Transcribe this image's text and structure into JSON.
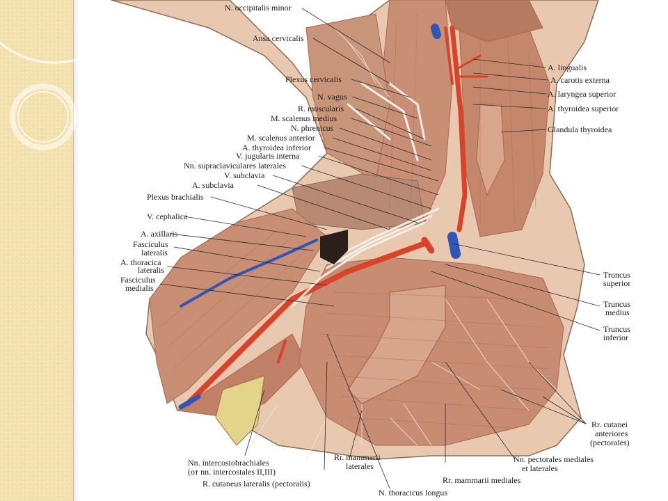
{
  "labels": {
    "n_occipitalis_minor": "N. occipitalis minor",
    "ansa_cervicalis": "Ansa cervicalis",
    "plexus_cervicalis": "Plexus cervicalis",
    "n_vagus": "N. vagus",
    "r_muscularis": "R. muscularis",
    "m_scalenus_medius": "M. scalenus medius",
    "n_phrenicus": "N. phrenicus",
    "m_scalenus_anterior": "M. scalenus anterior",
    "a_thyroidea_inferior": "A. thyroidea inferior",
    "v_jugularis_interna": "V. jugularis   interna",
    "nn_supraclaviculares": "Nn. supraclaviculares laterales",
    "v_subclavia": "V. subclavia",
    "a_subclavia": "A. subclavia",
    "plexus_brachialis": "Plexus brachialis",
    "v_cephalica": "V. cephalica",
    "a_axillaris": "A. axillaris",
    "fasciculus_lateralis_1": "Fasciculus",
    "fasciculus_lateralis_2": "lateralis",
    "a_thoracica_1": "A. thoracica",
    "a_thoracica_2": "lateralis",
    "fasciculus_medialis_1": "Fasciculus",
    "fasciculus_medialis_2": "medialis",
    "a_lingualis": "A. lingualis",
    "a_carotis_externa": "A. carotis externa",
    "a_laryngea_superior": "A. laryngea superior",
    "a_thyroidea_superior": "A. thyroidea superior",
    "glandula_thyroidea": "Glandula thyroidea",
    "truncus_superior_1": "Truncus",
    "truncus_superior_2": "superior",
    "truncus_medius_1": "Truncus",
    "truncus_medius_2": "medius",
    "truncus_inferior_1": "Truncus",
    "truncus_inferior_2": "inferior",
    "rr_cutanei_1": "Rr. cutanei",
    "rr_cutanei_2": "anteriores",
    "rr_cutanei_3": "(pectorales)",
    "nn_pectorales_1": "Nn. pectorales mediales",
    "nn_pectorales_2": "et laterales",
    "nn_intercostobrachiales_1": "Nn. intercostobrachiales",
    "nn_intercostobrachiales_2": "(от nn. intercostales II,III)",
    "r_cutaneus_lateralis": "R. cutaneus lateralis (pectoralis)",
    "rr_mammarii_laterales_1": "Rr. mammarii",
    "rr_mammarii_laterales_2": "laterales",
    "rr_mammarii_mediales": "Rr. mammarii mediales",
    "n_thoracicus_longus": "N. thoracicus longus"
  },
  "colors": {
    "sidebar": "#f3e1ad",
    "muscle": "#c98f74",
    "muscle_dark": "#a9674f",
    "skin": "#e8c9b0",
    "artery": "#d8432a",
    "vein": "#2f55b8",
    "nerve": "#f4efe6",
    "outline": "#8c6a55"
  }
}
